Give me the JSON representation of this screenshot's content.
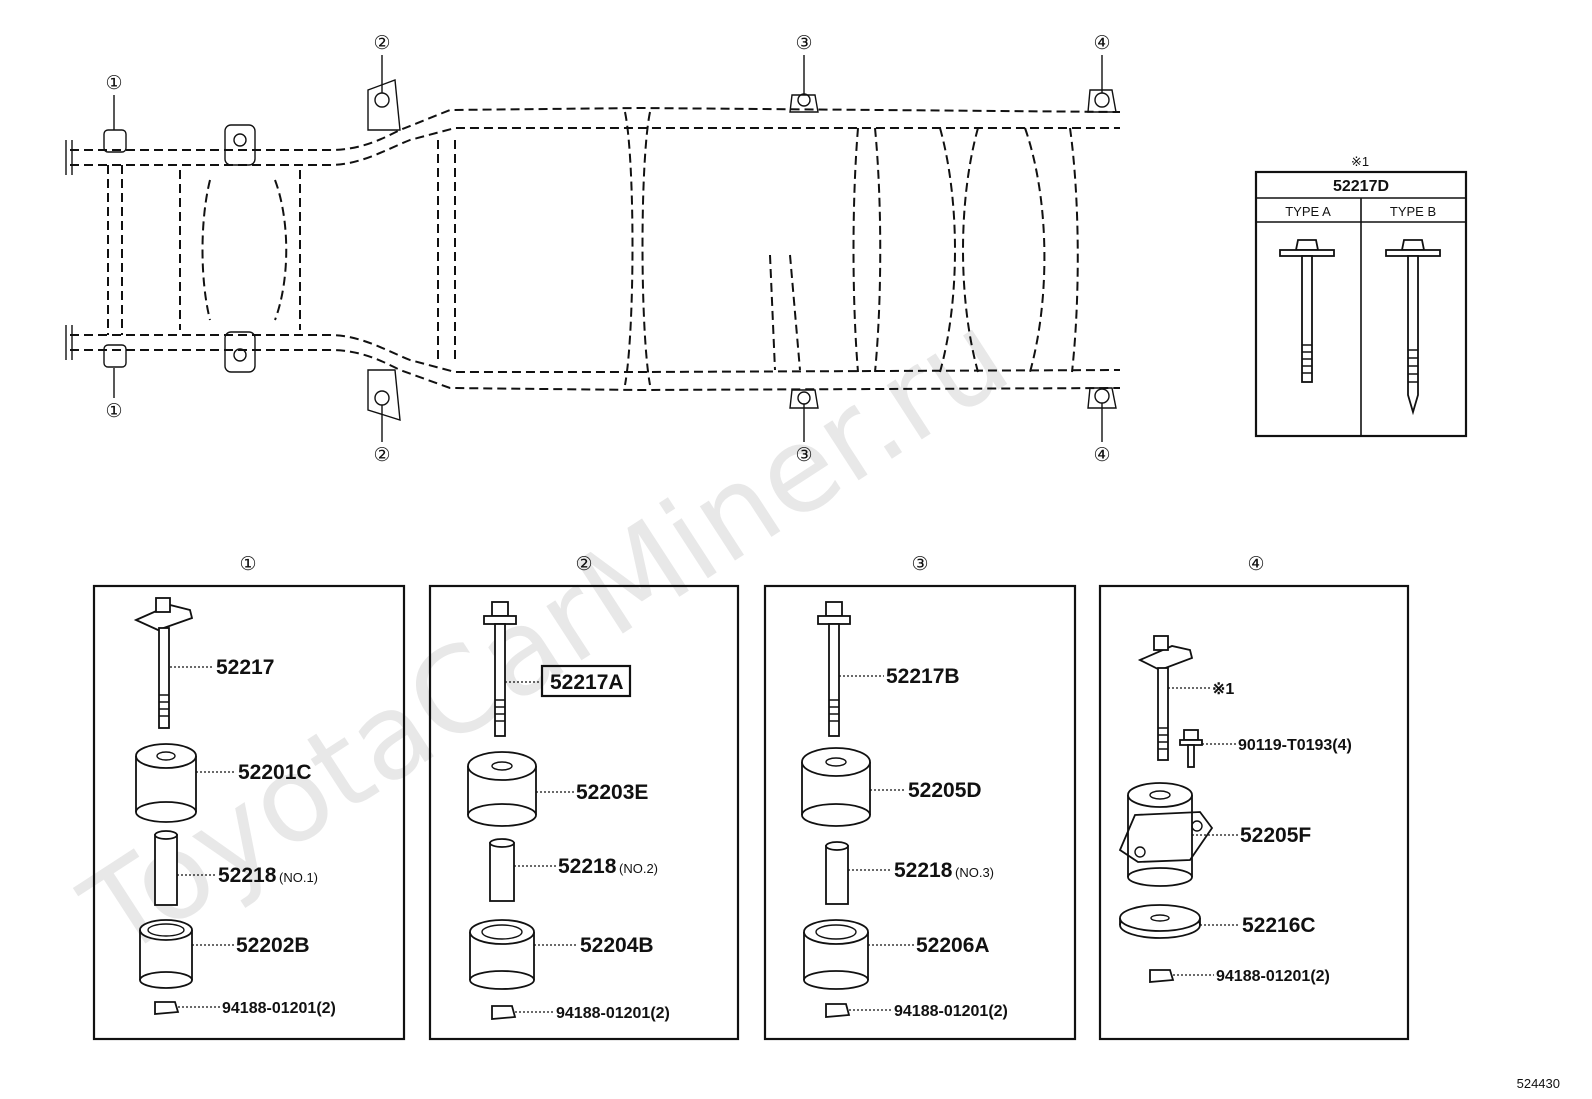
{
  "watermark": "ToyotaCarMiner.ru",
  "diagram_id": "524430",
  "frame_markers": {
    "m1": "①",
    "m2": "②",
    "m3": "③",
    "m4": "④"
  },
  "bolt_table": {
    "ref_mark": "※1",
    "part_no": "52217D",
    "type_a": "TYPE  A",
    "type_b": "TYPE  B"
  },
  "panels": [
    {
      "marker": "①",
      "parts": [
        {
          "label": "52217",
          "note": ""
        },
        {
          "label": "52201C",
          "note": ""
        },
        {
          "label": "52218",
          "note": "(NO.1)"
        },
        {
          "label": "52202B",
          "note": ""
        },
        {
          "label": "94188-01201(2)",
          "note": ""
        }
      ]
    },
    {
      "marker": "②",
      "parts": [
        {
          "label": "52217A",
          "note": ""
        },
        {
          "label": "52203E",
          "note": ""
        },
        {
          "label": "52218",
          "note": "(NO.2)"
        },
        {
          "label": "52204B",
          "note": ""
        },
        {
          "label": "94188-01201(2)",
          "note": ""
        }
      ]
    },
    {
      "marker": "③",
      "parts": [
        {
          "label": "52217B",
          "note": ""
        },
        {
          "label": "52205D",
          "note": ""
        },
        {
          "label": "52218",
          "note": "(NO.3)"
        },
        {
          "label": "52206A",
          "note": ""
        },
        {
          "label": "94188-01201(2)",
          "note": ""
        }
      ]
    },
    {
      "marker": "④",
      "parts": [
        {
          "label": "※1",
          "note": ""
        },
        {
          "label": "90119-T0193(4)",
          "note": ""
        },
        {
          "label": "52205F",
          "note": ""
        },
        {
          "label": "52216C",
          "note": ""
        },
        {
          "label": "94188-01201(2)",
          "note": ""
        }
      ]
    }
  ]
}
